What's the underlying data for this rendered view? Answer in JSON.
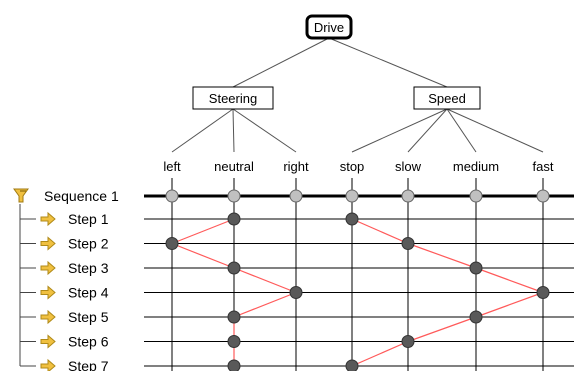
{
  "tree": {
    "root": "Drive",
    "parameters": [
      {
        "name": "Steering",
        "values": [
          "left",
          "neutral",
          "right"
        ]
      },
      {
        "name": "Speed",
        "values": [
          "stop",
          "slow",
          "medium",
          "fast"
        ]
      }
    ]
  },
  "sequence": {
    "label": "Sequence 1",
    "steps": [
      {
        "label": "Step 1",
        "steering": "neutral",
        "speed": "stop"
      },
      {
        "label": "Step 2",
        "steering": "left",
        "speed": "slow"
      },
      {
        "label": "Step 3",
        "steering": "neutral",
        "speed": "medium"
      },
      {
        "label": "Step 4",
        "steering": "right",
        "speed": "fast"
      },
      {
        "label": "Step 5",
        "steering": "neutral",
        "speed": "medium"
      },
      {
        "label": "Step 6",
        "steering": "neutral",
        "speed": "slow"
      },
      {
        "label": "Step 7",
        "steering": "neutral",
        "speed": "stop"
      }
    ]
  },
  "colors": {
    "sequence_line": "#000000",
    "grid_line": "#000000",
    "transition_line": "#ff5a5a",
    "active_marker": "#595959",
    "inactive_marker": "#c0c0c0",
    "arrow_icon": "#f0c040",
    "sequence_icon": "#f0c040"
  },
  "icons": {
    "sequence": "funnel-icon",
    "step": "right-arrow-icon"
  }
}
